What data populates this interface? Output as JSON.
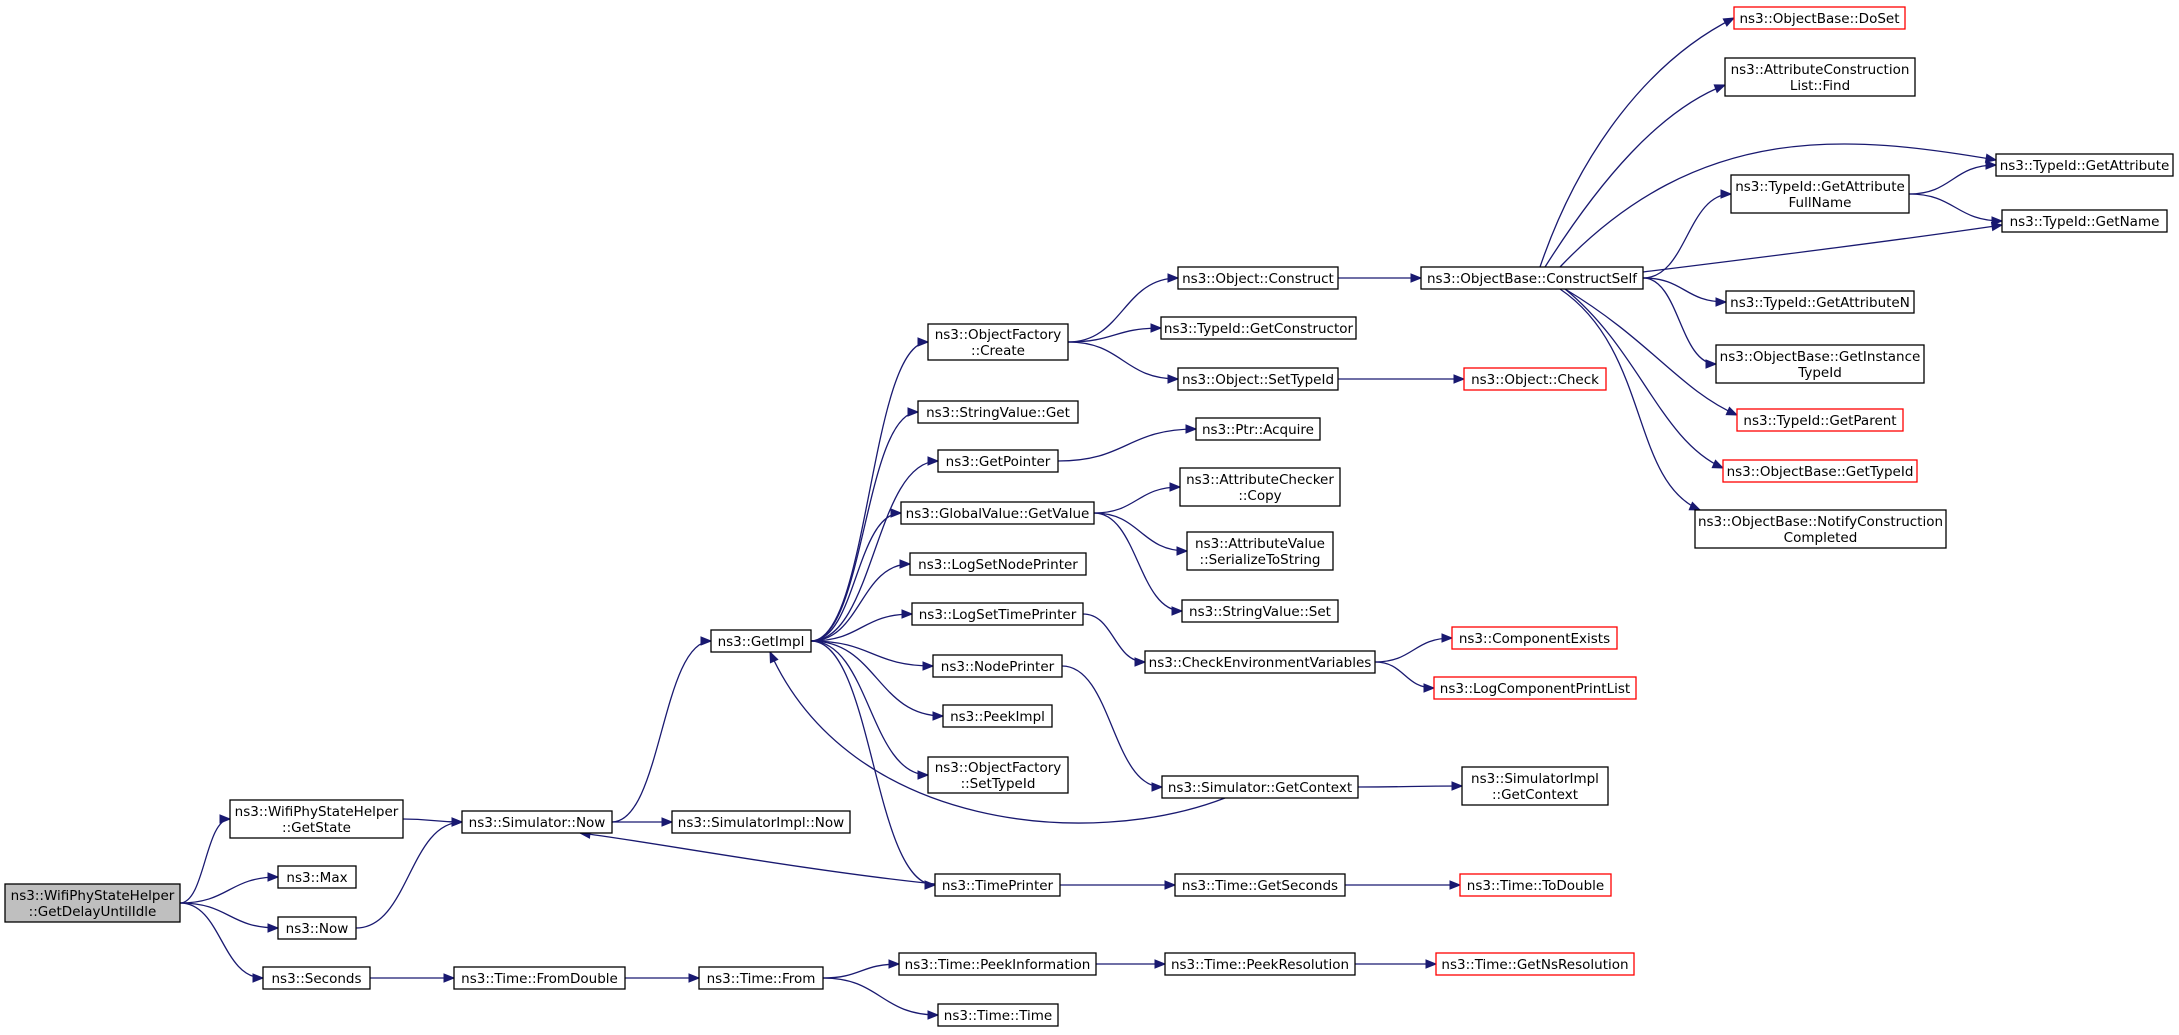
{
  "graph": {
    "nodes": [
      {
        "id": "root",
        "lines": [
          "ns3::WifiPhyStateHelper",
          "::GetDelayUntilIdle"
        ],
        "style": "root"
      },
      {
        "id": "wps_getstate",
        "lines": [
          "ns3::WifiPhyStateHelper",
          "::GetState"
        ]
      },
      {
        "id": "max",
        "lines": [
          "ns3::Max"
        ]
      },
      {
        "id": "now",
        "lines": [
          "ns3::Now"
        ]
      },
      {
        "id": "seconds",
        "lines": [
          "ns3::Seconds"
        ]
      },
      {
        "id": "sim_now",
        "lines": [
          "ns3::Simulator::Now"
        ]
      },
      {
        "id": "time_fromdouble",
        "lines": [
          "ns3::Time::FromDouble"
        ]
      },
      {
        "id": "getimpl",
        "lines": [
          "ns3::GetImpl"
        ]
      },
      {
        "id": "simimpl_now",
        "lines": [
          "ns3::SimulatorImpl::Now"
        ]
      },
      {
        "id": "time_from",
        "lines": [
          "ns3::Time::From"
        ]
      },
      {
        "id": "of_create",
        "lines": [
          "ns3::ObjectFactory",
          "::Create"
        ]
      },
      {
        "id": "sv_get",
        "lines": [
          "ns3::StringValue::Get"
        ]
      },
      {
        "id": "getpointer",
        "lines": [
          "ns3::GetPointer"
        ]
      },
      {
        "id": "gv_getvalue",
        "lines": [
          "ns3::GlobalValue::GetValue"
        ]
      },
      {
        "id": "lognodeprinter",
        "lines": [
          "ns3::LogSetNodePrinter"
        ]
      },
      {
        "id": "logtimeprinter",
        "lines": [
          "ns3::LogSetTimePrinter"
        ]
      },
      {
        "id": "nodeprinter",
        "lines": [
          "ns3::NodePrinter"
        ]
      },
      {
        "id": "peekimpl",
        "lines": [
          "ns3::PeekImpl"
        ]
      },
      {
        "id": "of_settypeid",
        "lines": [
          "ns3::ObjectFactory",
          "::SetTypeId"
        ]
      },
      {
        "id": "timeprinter",
        "lines": [
          "ns3::TimePrinter"
        ]
      },
      {
        "id": "time_peekinfo",
        "lines": [
          "ns3::Time::PeekInformation"
        ]
      },
      {
        "id": "time_time",
        "lines": [
          "ns3::Time::Time"
        ]
      },
      {
        "id": "obj_construct",
        "lines": [
          "ns3::Object::Construct"
        ]
      },
      {
        "id": "tid_getconstructor",
        "lines": [
          "ns3::TypeId::GetConstructor"
        ]
      },
      {
        "id": "obj_settypeid",
        "lines": [
          "ns3::Object::SetTypeId"
        ]
      },
      {
        "id": "ptr_acquire",
        "lines": [
          "ns3::Ptr::Acquire"
        ]
      },
      {
        "id": "ac_copy",
        "lines": [
          "ns3::AttributeChecker",
          "::Copy"
        ]
      },
      {
        "id": "av_serialize",
        "lines": [
          "ns3::AttributeValue",
          "::SerializeToString"
        ]
      },
      {
        "id": "sv_set",
        "lines": [
          "ns3::StringValue::Set"
        ]
      },
      {
        "id": "checkenv",
        "lines": [
          "ns3::CheckEnvironmentVariables"
        ]
      },
      {
        "id": "sim_getcontext",
        "lines": [
          "ns3::Simulator::GetContext"
        ]
      },
      {
        "id": "time_getseconds",
        "lines": [
          "ns3::Time::GetSeconds"
        ]
      },
      {
        "id": "time_peekres",
        "lines": [
          "ns3::Time::PeekResolution"
        ]
      },
      {
        "id": "ob_constructself",
        "lines": [
          "ns3::ObjectBase::ConstructSelf"
        ]
      },
      {
        "id": "obj_check",
        "lines": [
          "ns3::Object::Check"
        ],
        "style": "red"
      },
      {
        "id": "componentexists",
        "lines": [
          "ns3::ComponentExists"
        ],
        "style": "red"
      },
      {
        "id": "logcompprintlist",
        "lines": [
          "ns3::LogComponentPrintList"
        ],
        "style": "red"
      },
      {
        "id": "simimpl_getcontext",
        "lines": [
          "ns3::SimulatorImpl",
          "::GetContext"
        ]
      },
      {
        "id": "time_todouble",
        "lines": [
          "ns3::Time::ToDouble"
        ],
        "style": "red"
      },
      {
        "id": "time_getnsres",
        "lines": [
          "ns3::Time::GetNsResolution"
        ],
        "style": "red"
      },
      {
        "id": "ob_doset",
        "lines": [
          "ns3::ObjectBase::DoSet"
        ],
        "style": "red"
      },
      {
        "id": "acl_find",
        "lines": [
          "ns3::AttributeConstruction",
          "List::Find"
        ]
      },
      {
        "id": "tid_getattrfullname",
        "lines": [
          "ns3::TypeId::GetAttribute",
          "FullName"
        ]
      },
      {
        "id": "tid_getattributen",
        "lines": [
          "ns3::TypeId::GetAttributeN"
        ]
      },
      {
        "id": "ob_getinstancetypeid",
        "lines": [
          "ns3::ObjectBase::GetInstance",
          "TypeId"
        ]
      },
      {
        "id": "tid_getparent",
        "lines": [
          "ns3::TypeId::GetParent"
        ],
        "style": "red"
      },
      {
        "id": "ob_gettypeid",
        "lines": [
          "ns3::ObjectBase::GetTypeId"
        ],
        "style": "red"
      },
      {
        "id": "ob_notifycc",
        "lines": [
          "ns3::ObjectBase::NotifyConstruction",
          "Completed"
        ]
      },
      {
        "id": "tid_getattribute",
        "lines": [
          "ns3::TypeId::GetAttribute"
        ]
      },
      {
        "id": "tid_getname",
        "lines": [
          "ns3::TypeId::GetName"
        ]
      }
    ],
    "edges": [
      [
        "root",
        "wps_getstate"
      ],
      [
        "root",
        "max"
      ],
      [
        "root",
        "now"
      ],
      [
        "root",
        "seconds"
      ],
      [
        "wps_getstate",
        "sim_now"
      ],
      [
        "now",
        "sim_now"
      ],
      [
        "seconds",
        "time_fromdouble"
      ],
      [
        "sim_now",
        "getimpl"
      ],
      [
        "sim_now",
        "simimpl_now"
      ],
      [
        "time_fromdouble",
        "time_from"
      ],
      [
        "getimpl",
        "of_create"
      ],
      [
        "getimpl",
        "sv_get"
      ],
      [
        "getimpl",
        "getpointer"
      ],
      [
        "getimpl",
        "gv_getvalue"
      ],
      [
        "getimpl",
        "lognodeprinter"
      ],
      [
        "getimpl",
        "logtimeprinter"
      ],
      [
        "getimpl",
        "nodeprinter"
      ],
      [
        "getimpl",
        "peekimpl"
      ],
      [
        "getimpl",
        "of_settypeid"
      ],
      [
        "getimpl",
        "timeprinter"
      ],
      [
        "time_from",
        "time_peekinfo"
      ],
      [
        "time_from",
        "time_time"
      ],
      [
        "of_create",
        "obj_construct"
      ],
      [
        "of_create",
        "tid_getconstructor"
      ],
      [
        "of_create",
        "obj_settypeid"
      ],
      [
        "getpointer",
        "ptr_acquire"
      ],
      [
        "gv_getvalue",
        "ac_copy"
      ],
      [
        "gv_getvalue",
        "av_serialize"
      ],
      [
        "gv_getvalue",
        "sv_set"
      ],
      [
        "logtimeprinter",
        "checkenv"
      ],
      [
        "nodeprinter",
        "sim_getcontext"
      ],
      [
        "timeprinter",
        "time_getseconds"
      ],
      [
        "timeprinter",
        "sim_now"
      ],
      [
        "time_peekinfo",
        "time_peekres"
      ],
      [
        "obj_construct",
        "ob_constructself"
      ],
      [
        "obj_settypeid",
        "obj_check"
      ],
      [
        "checkenv",
        "componentexists"
      ],
      [
        "checkenv",
        "logcompprintlist"
      ],
      [
        "sim_getcontext",
        "simimpl_getcontext"
      ],
      [
        "sim_getcontext",
        "getimpl"
      ],
      [
        "time_getseconds",
        "time_todouble"
      ],
      [
        "time_peekres",
        "time_getnsres"
      ],
      [
        "ob_constructself",
        "ob_doset"
      ],
      [
        "ob_constructself",
        "acl_find"
      ],
      [
        "ob_constructself",
        "tid_getattribute"
      ],
      [
        "ob_constructself",
        "tid_getattrfullname"
      ],
      [
        "ob_constructself",
        "tid_getname"
      ],
      [
        "ob_constructself",
        "tid_getattributen"
      ],
      [
        "ob_constructself",
        "ob_getinstancetypeid"
      ],
      [
        "ob_constructself",
        "tid_getparent"
      ],
      [
        "ob_constructself",
        "ob_gettypeid"
      ],
      [
        "ob_constructself",
        "ob_notifycc"
      ],
      [
        "tid_getattrfullname",
        "tid_getattribute"
      ],
      [
        "tid_getattrfullname",
        "tid_getname"
      ]
    ]
  },
  "colors": {
    "edge": "#191970",
    "node_border": "#000000",
    "highlight_border": "#ff0000",
    "root_fill": "#bfbfbf"
  }
}
